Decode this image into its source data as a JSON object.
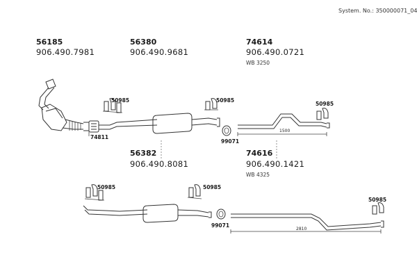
{
  "system_number": "System. No.: 350000071_04",
  "groups": [
    {
      "part": "56185",
      "oem": "906.490.7981"
    },
    {
      "part": "56380",
      "oem": "906.490.9681"
    },
    {
      "part": "74614",
      "oem": "906.490.0721",
      "wb": "WB 3250"
    },
    {
      "part": "56382",
      "oem": "906.490.8081"
    },
    {
      "part": "74616",
      "oem": "906.490.1421",
      "wb": "WB 4325"
    }
  ],
  "callouts": {
    "clamp_a": "50985",
    "clamp_b": "50985",
    "clamp_c": "50985",
    "clamp_d": "50985",
    "clamp_e": "50985",
    "clamp_f": "50985",
    "clamp_74811": "74811",
    "ring_top": "99071",
    "ring_bottom": "99071"
  },
  "dimensions": {
    "pipe_top": "1500",
    "pipe_bottom": "2810"
  }
}
